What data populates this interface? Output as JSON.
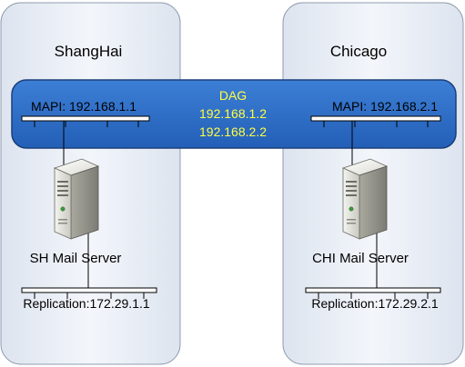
{
  "colors": {
    "site_fill": "#e6ecf5",
    "site_stroke": "#8f9cae",
    "dag_fill": "#2e6fc8",
    "dag_stroke": "#1a3f7a",
    "dag_text": "#ffff40",
    "bus": "#000000"
  },
  "sites": {
    "left": {
      "name": "ShangHai"
    },
    "right": {
      "name": "Chicago"
    }
  },
  "dag": {
    "title": "DAG",
    "ip1": "192.168.1.2",
    "ip2": "192.168.2.2"
  },
  "left": {
    "mapi": "MAPI: 192.168.1.1",
    "server": "SH Mail Server",
    "replication": "Replication:172.29.1.1",
    "server_icon": "server-tower-icon"
  },
  "right": {
    "mapi": "MAPI: 192.168.2.1",
    "server": "CHI Mail Server",
    "replication": "Replication:172.29.2.1",
    "server_icon": "server-tower-icon"
  }
}
